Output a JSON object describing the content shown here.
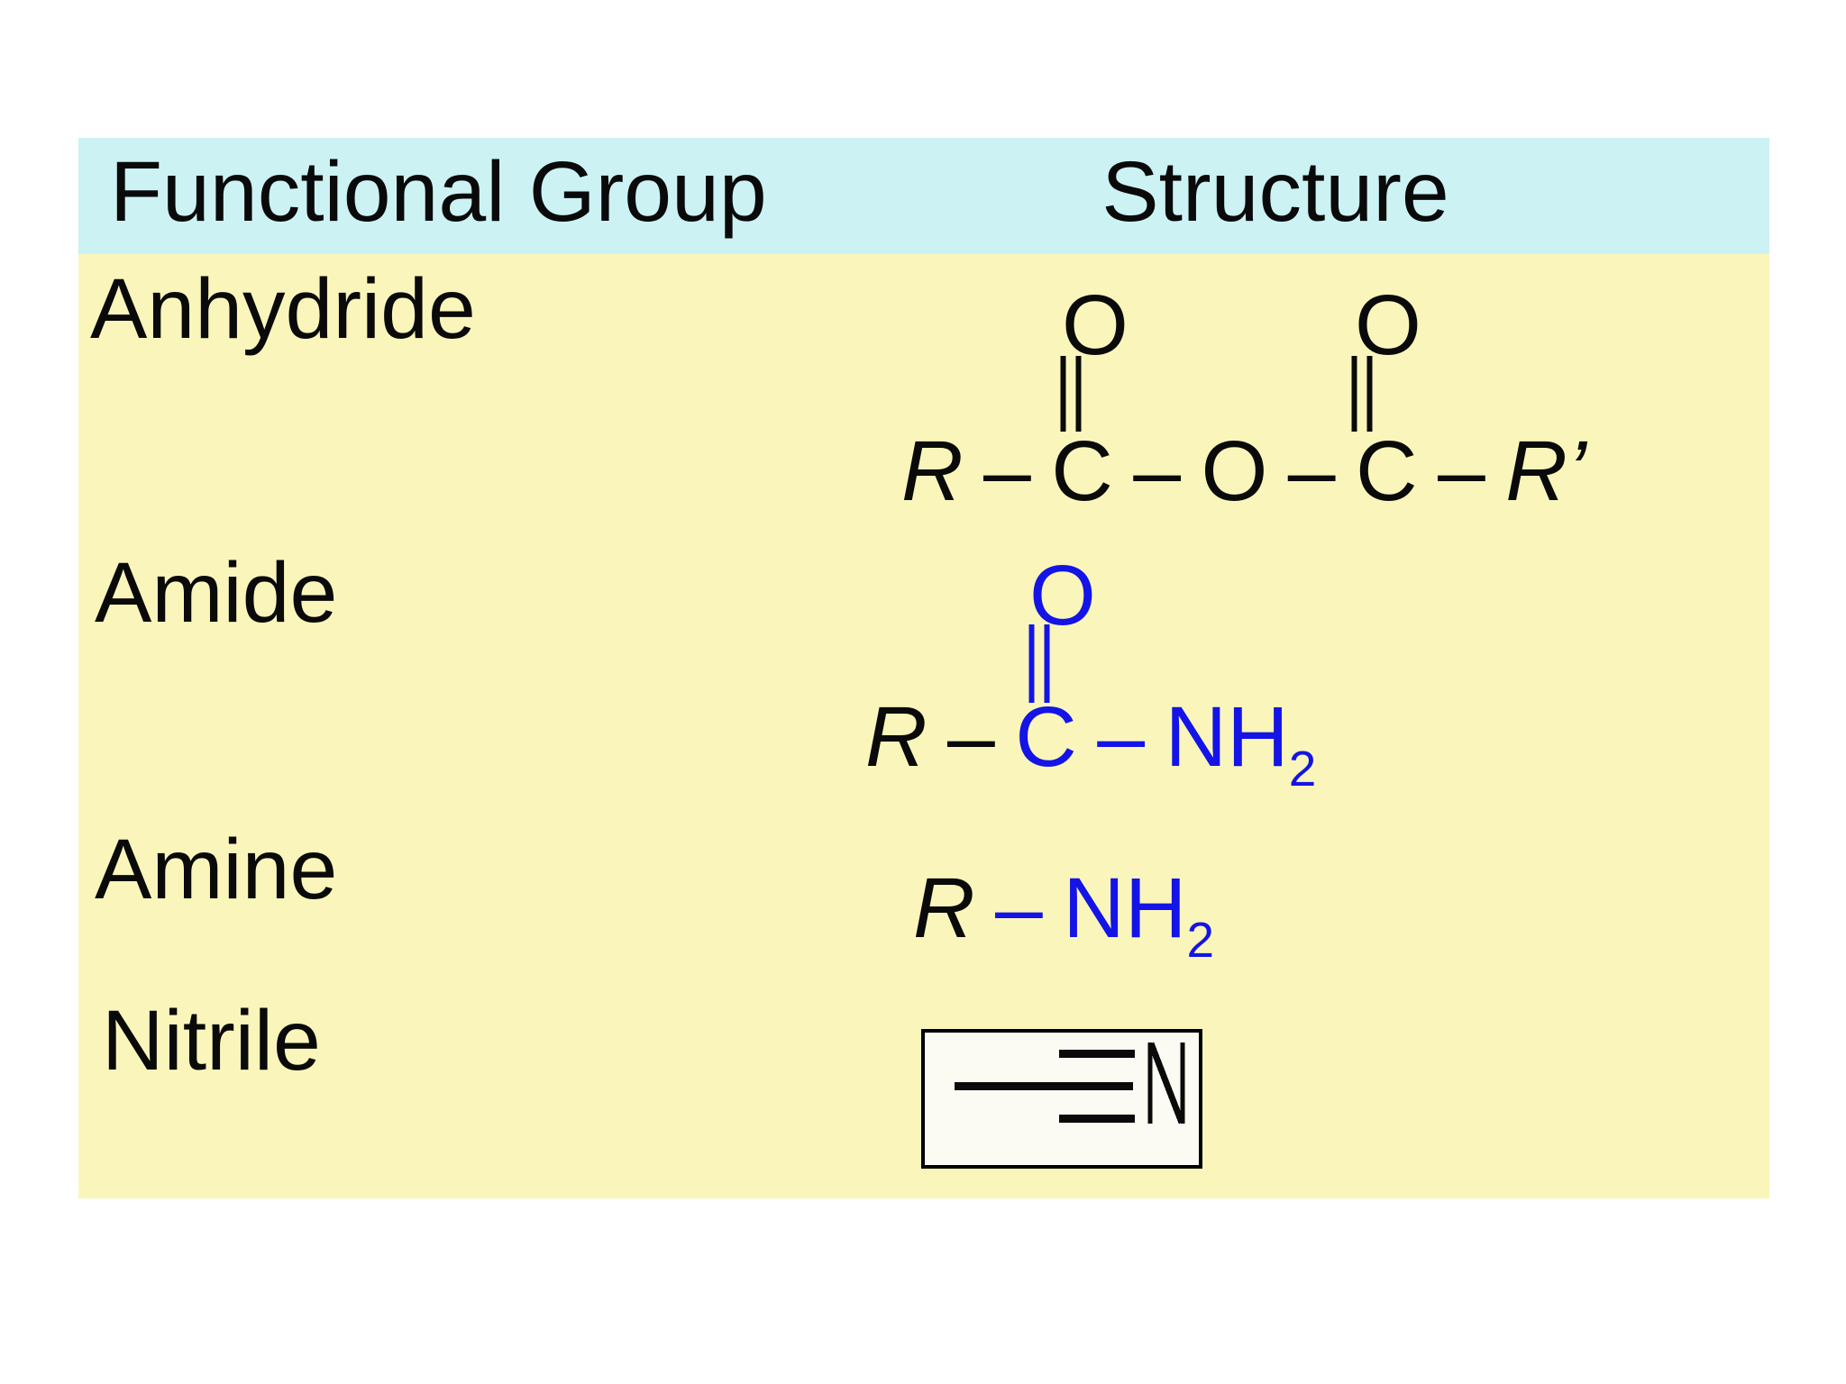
{
  "colors": {
    "page_bg": "#FFFFFF",
    "header_bg": "#CCF2F4",
    "body_bg": "#FAF6BB",
    "text": "#0A0A0A",
    "structure_blue": "#1414E6",
    "nitrile_box_bg": "#FBFBF4",
    "nitrile_box_border": "#000000"
  },
  "table": {
    "headers": [
      "Functional Group",
      "Structure"
    ],
    "rows": [
      {
        "group": "Anhydride",
        "structure": "R–C(=O)–O–C(=O)–R’"
      },
      {
        "group": "Amide",
        "structure": "R–C(=O)–NH2"
      },
      {
        "group": "Amine",
        "structure": "R–NH2"
      },
      {
        "group": "Nitrile",
        "structure": "–C≡N"
      }
    ]
  },
  "structures": {
    "anhydride": {
      "top_o_left": "O",
      "top_o_right": "O",
      "r": "R",
      "chain": "– C – O – C –",
      "r_prime": "R’"
    },
    "amide": {
      "top_o": "O",
      "r": "R",
      "dash": "–",
      "blue_chain": "C – NH",
      "subscript": "2"
    },
    "amine": {
      "r": "R",
      "blue_chain": "– NH",
      "subscript": "2"
    },
    "nitrile": {
      "n": "N"
    }
  }
}
